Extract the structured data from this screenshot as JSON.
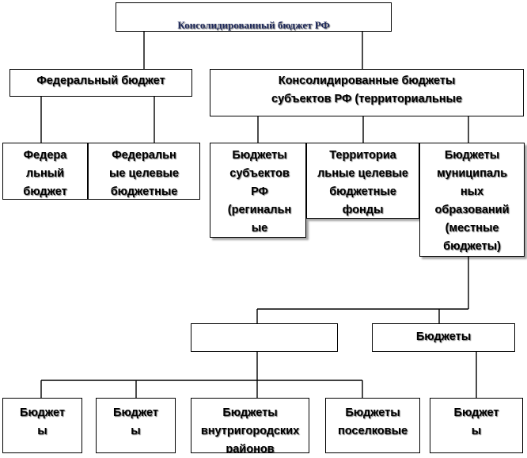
{
  "diagram": {
    "root": {
      "label": "Консолидированный бюджет РФ"
    },
    "federal": {
      "label": "Федеральный бюджет"
    },
    "consolidated": {
      "lines": [
        "Консолидированные бюджеты",
        "субъектов РФ (территориальные"
      ]
    },
    "federal_budget": {
      "lines": [
        "Федера",
        "льный",
        "бюджет"
      ]
    },
    "federal_funds": {
      "lines": [
        "Федеральн",
        "ые целевые",
        "бюджетные"
      ]
    },
    "regional": {
      "lines": [
        "Бюджеты",
        "субъектов",
        "РФ",
        "(регинальн",
        "ые"
      ]
    },
    "territorial_funds": {
      "lines": [
        "Территориа",
        "льные целевые",
        "бюджетные",
        "фонды"
      ]
    },
    "municipal": {
      "lines": [
        "Бюджеты",
        "муниципаль",
        "ных",
        "образований",
        "(местные",
        "бюджеты)"
      ]
    },
    "mid_empty": {
      "label": ""
    },
    "mid_budgets": {
      "label": "Бюджеты"
    },
    "bottom": [
      {
        "lines": [
          "Бюджет",
          "ы"
        ]
      },
      {
        "lines": [
          "Бюджет",
          "ы"
        ]
      },
      {
        "lines": [
          "Бюджеты",
          "внутригородских",
          "районов"
        ]
      },
      {
        "lines": [
          "Бюджеты",
          "поселковые"
        ]
      },
      {
        "lines": [
          "Бюджет",
          "ы"
        ]
      }
    ]
  }
}
